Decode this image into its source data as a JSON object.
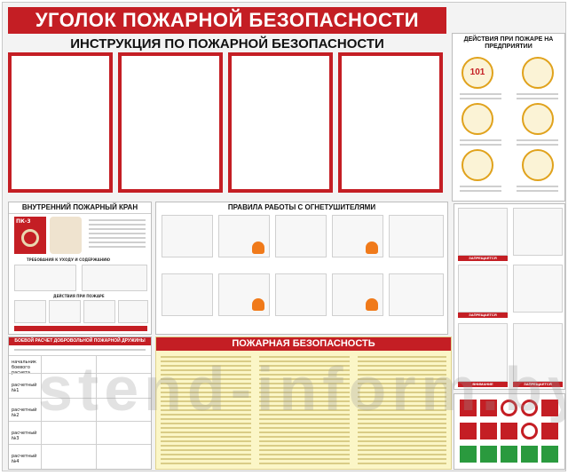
{
  "board": {
    "title": "УГОЛОК ПОЖАРНОЙ БЕЗОПАСНОСТИ",
    "subtitle": "ИНСТРУКЦИЯ ПО ПОЖАРНОЙ БЕЗОПАСНОСТИ"
  },
  "actions_panel": {
    "title": "ДЕЙСТВИЯ ПРИ ПОЖАРЕ НА ПРЕДПРИЯТИИ",
    "phone": "101"
  },
  "hydrant_panel": {
    "title": "ВНУТРЕННИЙ ПОЖАРНЫЙ КРАН",
    "cabinet_label": "ПК-3",
    "requirements": "ТРЕБОВАНИЯ К УХОДУ И СОДЕРЖАНИЮ",
    "actions": "ДЕЙСТВИЯ ПРИ ПОЖАРЕ"
  },
  "extinguisher_panel": {
    "title": "ПРАВИЛА РАБОТЫ С ОГНЕТУШИТЕЛЯМИ"
  },
  "combat_panel": {
    "title": "БОЕВОЙ РАСЧЕТ ДОБРОВОЛЬНОЙ ПОЖАРНОЙ ДРУЖИНЫ",
    "rows": [
      "начальник боевого расчета",
      "расчетный №1",
      "расчетный №2",
      "расчетный №3",
      "расчетный №4"
    ]
  },
  "safety_panel": {
    "title": "ПОЖАРНАЯ БЕЗОПАСНОСТЬ"
  },
  "right_signs": {
    "labels": [
      "ЗАПРЕЩАЕТСЯ",
      "ЗАПРЕЩАЕТСЯ",
      "ВНИМАНИЕ",
      "ЗАПРЕЩАЕТСЯ"
    ]
  },
  "watermark": "stend-inform.by",
  "colors": {
    "accent": "#c41e24",
    "yellow_panel": "#fbf6c7"
  }
}
